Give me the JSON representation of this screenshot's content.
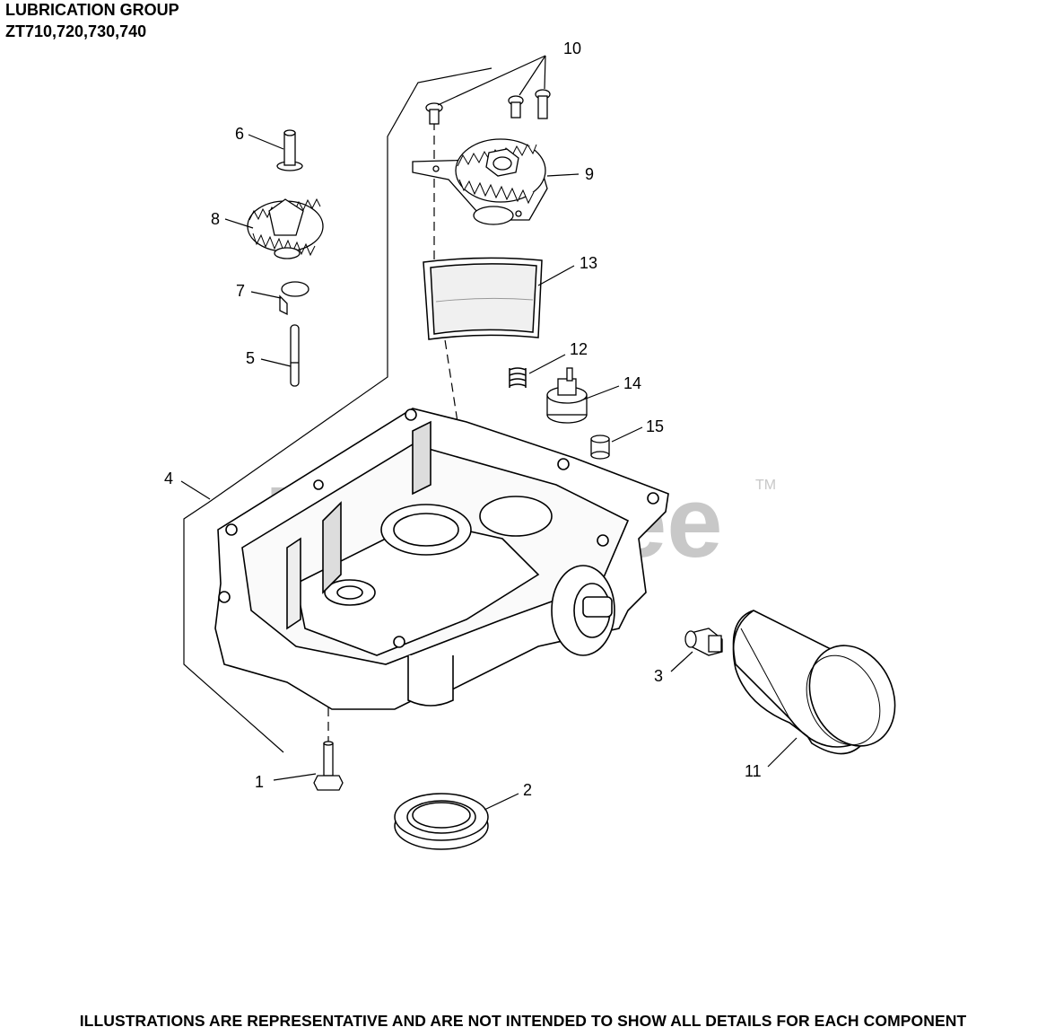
{
  "header": {
    "title": "LUBRICATION GROUP",
    "models": "ZT710,720,730,740"
  },
  "footer": {
    "disclaimer": "ILLUSTRATIONS ARE REPRESENTATIVE AND ARE NOT INTENDED TO SHOW ALL DETAILS FOR EACH COMPONENT"
  },
  "watermark": {
    "text": "PartsTree",
    "trademark": "TM"
  },
  "callouts": {
    "c1": "1",
    "c2": "2",
    "c3": "3",
    "c4": "4",
    "c5": "5",
    "c6": "6",
    "c7": "7",
    "c8": "8",
    "c9": "9",
    "c10": "10",
    "c11": "11",
    "c12": "12",
    "c13": "13",
    "c14": "14",
    "c15": "15"
  },
  "colors": {
    "line": "#000000",
    "watermark": "#c8c8c8",
    "background": "#ffffff"
  }
}
